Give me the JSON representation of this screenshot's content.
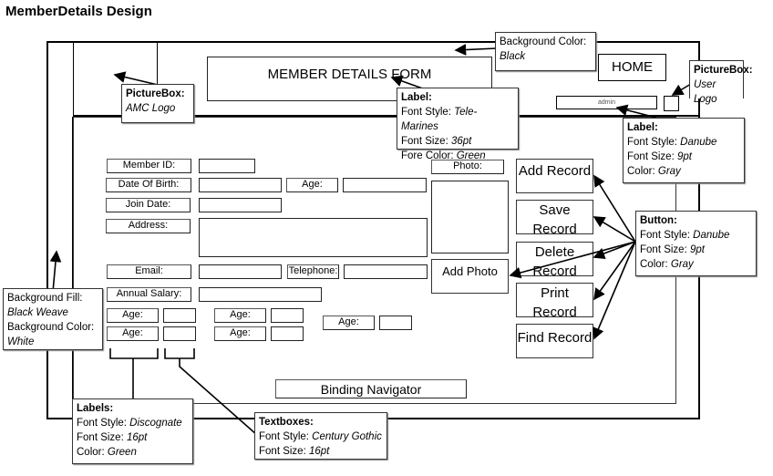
{
  "page_title": "MemberDetails Design",
  "form": {
    "header_title": "MEMBER DETAILS FORM",
    "home_button": "HOME",
    "user_label": "admin",
    "photo_label": "Photo:",
    "add_photo_button": "Add Photo",
    "binding_navigator": "Binding Navigator",
    "labels": {
      "member_id": "Member ID:",
      "date_of_birth": "Date Of Birth:",
      "age": "Age:",
      "join_date": "Join Date:",
      "address": "Address:",
      "email": "Email:",
      "telephone": "Telephone:",
      "annual_salary": "Annual Salary:"
    },
    "buttons": [
      {
        "label": "Add Record"
      },
      {
        "label": "Save Record"
      },
      {
        "label": "Delete Record"
      },
      {
        "label": "Print Record"
      },
      {
        "label": "Find Record"
      }
    ]
  },
  "annotations": {
    "background": {
      "title": "Background Color:",
      "value": "Black"
    },
    "amc_logo": {
      "title": "PictureBox:",
      "value": "AMC Logo"
    },
    "header_label": {
      "title": "Label:",
      "font_style_key": "Font Style: ",
      "font_style": "Tele-Marines",
      "font_size_key": "Font Size: ",
      "font_size": "36pt",
      "color_key": "Fore Color: ",
      "color": "Green"
    },
    "user_logo": {
      "title": "PictureBox:",
      "value": "User Logo"
    },
    "user_label": {
      "title": "Label:",
      "font_style_key": "Font Style: ",
      "font_style": "Danube",
      "font_size_key": "Font Size: ",
      "font_size": "9pt",
      "color_key": "Color: ",
      "color": "Gray"
    },
    "buttons": {
      "title": "Button:",
      "font_style_key": "Font Style: ",
      "font_style": "Danube",
      "font_size_key": "Font Size: ",
      "font_size": "9pt",
      "color_key": "Color: ",
      "color": "Gray"
    },
    "background_fill": {
      "fill_key": "Background Fill:",
      "fill": "Black Weave",
      "color_key": "Background Color:",
      "color": "White"
    },
    "labels": {
      "title": "Labels:",
      "font_style_key": "Font Style: ",
      "font_style": "Discognate",
      "font_size_key": "Font Size: ",
      "font_size": "16pt",
      "color_key": "Color: ",
      "color": "Green"
    },
    "textboxes": {
      "title": "Textboxes:",
      "font_style_key": "Font Style: ",
      "font_style": "Century Gothic",
      "font_size_key": "Font Size: ",
      "font_size": "16pt"
    }
  }
}
